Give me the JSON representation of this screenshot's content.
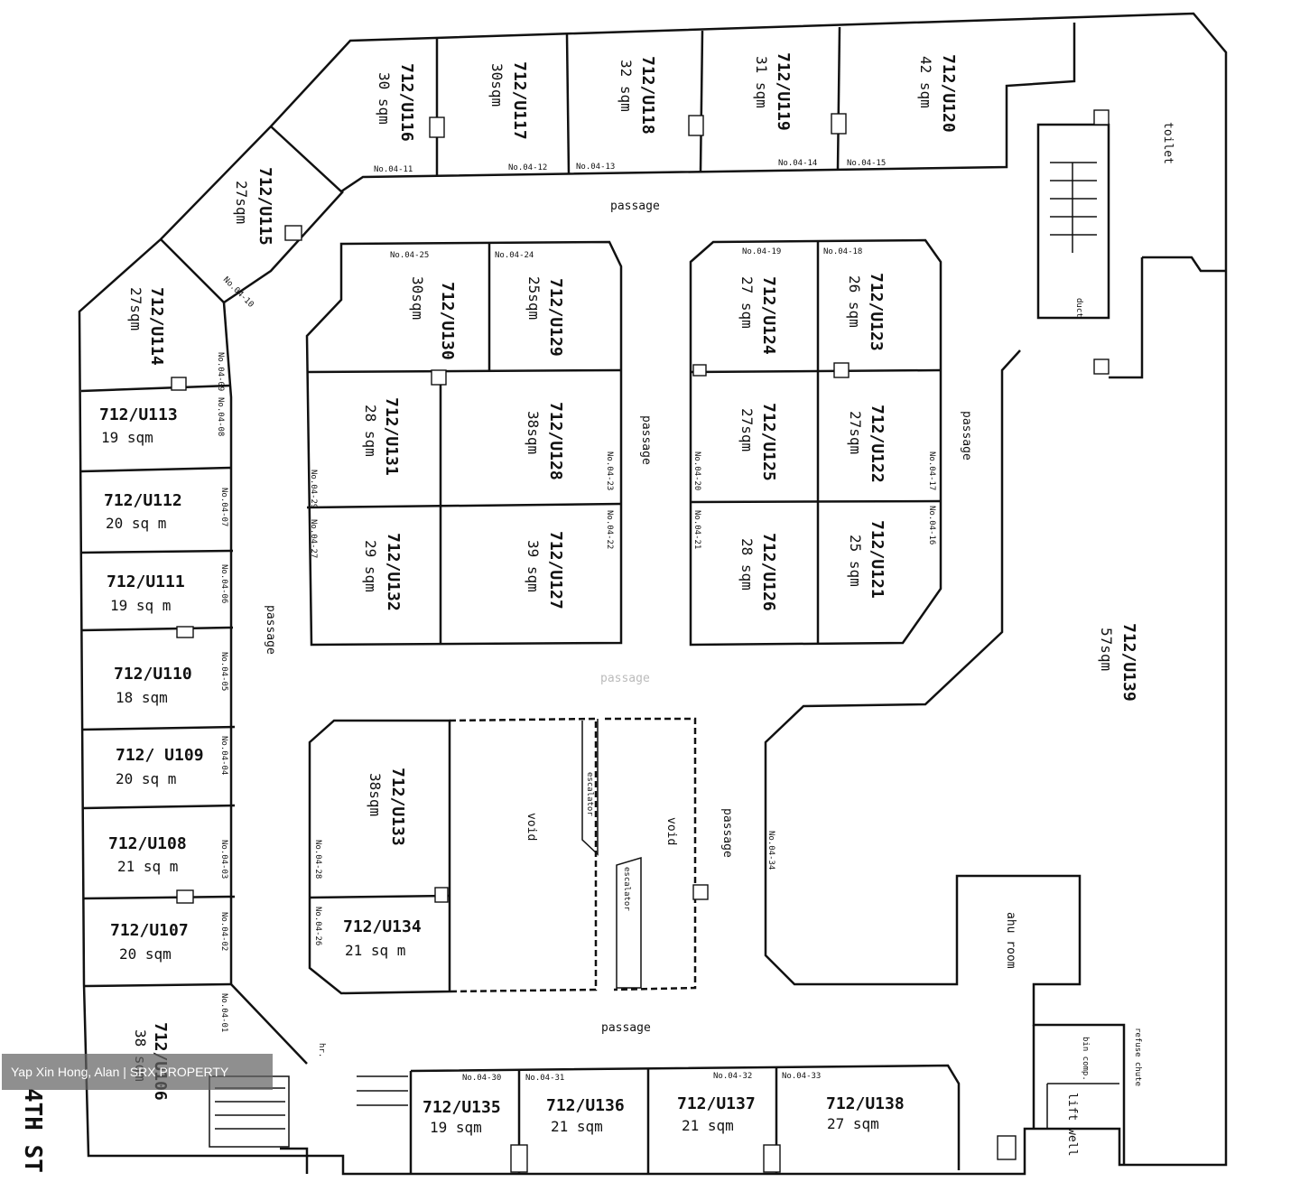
{
  "units": [
    {
      "id": "u106",
      "label": "712/U106",
      "area": "38 sqm"
    },
    {
      "id": "u107",
      "label": "712/U107",
      "area": "20 sqm"
    },
    {
      "id": "u108",
      "label": "712/U108",
      "area": "21 sq m"
    },
    {
      "id": "u109",
      "label": "712/ U109",
      "area": "20 sq m"
    },
    {
      "id": "u110",
      "label": "712/U110",
      "area": "18 sqm"
    },
    {
      "id": "u111",
      "label": "712/U111",
      "area": "19 sq m"
    },
    {
      "id": "u112",
      "label": "712/U112",
      "area": "20 sq m"
    },
    {
      "id": "u113",
      "label": "712/U113",
      "area": "19 sqm"
    },
    {
      "id": "u114",
      "label": "712/U114",
      "area": "27sqm"
    },
    {
      "id": "u115",
      "label": "712/U115",
      "area": "27sqm"
    },
    {
      "id": "u116",
      "label": "712/U116",
      "area": "30 sqm"
    },
    {
      "id": "u117",
      "label": "712/U117",
      "area": "30sqm"
    },
    {
      "id": "u118",
      "label": "712/U118",
      "area": "32 sqm"
    },
    {
      "id": "u119",
      "label": "712/U119",
      "area": "31 sqm"
    },
    {
      "id": "u120",
      "label": "712/U120",
      "area": "42 sqm"
    },
    {
      "id": "u121",
      "label": "712/U121",
      "area": "25 sqm"
    },
    {
      "id": "u122",
      "label": "712/U122",
      "area": "27sqm"
    },
    {
      "id": "u123",
      "label": "712/U123",
      "area": "26 sqm"
    },
    {
      "id": "u124",
      "label": "712/U124",
      "area": "27 sqm"
    },
    {
      "id": "u125",
      "label": "712/U125",
      "area": "27sqm"
    },
    {
      "id": "u126",
      "label": "712/U126",
      "area": "28 sqm"
    },
    {
      "id": "u127",
      "label": "712/U127",
      "area": "39 sqm"
    },
    {
      "id": "u128",
      "label": "712/U128",
      "area": "38sqm"
    },
    {
      "id": "u129",
      "label": "712/U129",
      "area": "25sqm"
    },
    {
      "id": "u130",
      "label": "712/U130",
      "area": "30sqm"
    },
    {
      "id": "u131",
      "label": "712/U131",
      "area": "28 sqm"
    },
    {
      "id": "u132",
      "label": "712/U132",
      "area": "29 sqm"
    },
    {
      "id": "u133",
      "label": "712/U133",
      "area": "38sqm"
    },
    {
      "id": "u134",
      "label": "712/U134",
      "area": "21 sq m"
    },
    {
      "id": "u135",
      "label": "712/U135",
      "area": "19 sqm"
    },
    {
      "id": "u136",
      "label": "712/U136",
      "area": "21 sqm"
    },
    {
      "id": "u137",
      "label": "712/U137",
      "area": "21 sqm"
    },
    {
      "id": "u138",
      "label": "712/U138",
      "area": "27 sqm"
    },
    {
      "id": "u139",
      "label": "712/U139",
      "area": "57sqm"
    }
  ],
  "unit_numbers": {
    "n11": "No.04-11",
    "n12": "No.04-12",
    "n13": "No.04-13",
    "n14": "No.04-14",
    "n15": "No.04-15",
    "n10": "No.04-10",
    "n09": "No.04-09",
    "n08": "No.04-08",
    "n07": "No.04-07",
    "n06": "No.04-06",
    "n05": "No.04-05",
    "n04": "No.04-04",
    "n03": "No.04-03",
    "n02": "No.04-02",
    "n01": "No.04-01",
    "n16": "No.04-16",
    "n17": "No.04-17",
    "n18": "No.04-18",
    "n19": "No.04-19",
    "n20": "No.04-20",
    "n21": "No.04-21",
    "n22": "No.04-22",
    "n23": "No.04-23",
    "n24": "No.04-24",
    "n25": "No.04-25",
    "n26": "No.04-26",
    "n27": "No.04-27",
    "n28": "No.04-28",
    "n29": "No.04-29",
    "n30": "No.04-30",
    "n31": "No.04-31",
    "n32": "No.04-32",
    "n33": "No.04-33",
    "n34": "No.04-34"
  },
  "labels": {
    "passage": "passage",
    "void": "void",
    "escalator": "escalator",
    "toilet": "toilet",
    "duct": "duct",
    "ahu_room": "ahu room",
    "refuse_chute": "refuse chute",
    "bin_comp": "bin comp.",
    "lift_well": "lift well",
    "hr": "hr.",
    "street": "4TH ST"
  },
  "watermark": "Yap Xin Hong, Alan | SRX PROPERTY"
}
